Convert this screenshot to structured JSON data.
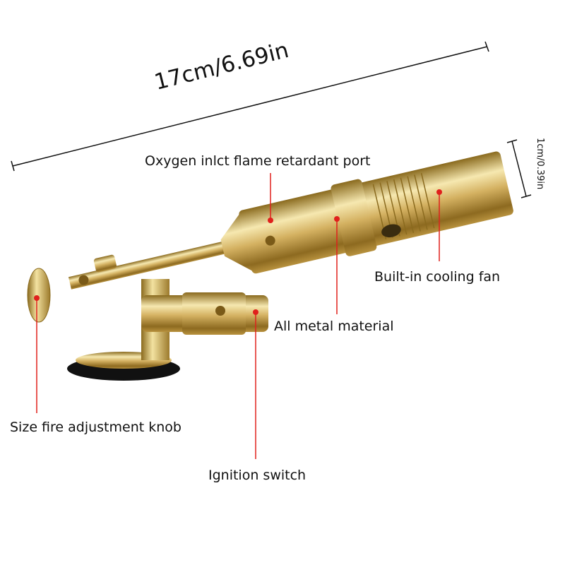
{
  "dimensions": {
    "length": "17cm/6.69in",
    "diameter": "1cm/0.39in"
  },
  "labels": {
    "oxygen_port": "Oxygen inlct flame retardant port",
    "cooling_fan": "Built-in cooling fan",
    "metal": "All metal material",
    "knob": "Size fire adjustment knob",
    "ignition": "Ignition switch"
  },
  "colors": {
    "pointer": "#e0201c",
    "brass": "#c9a24a"
  }
}
